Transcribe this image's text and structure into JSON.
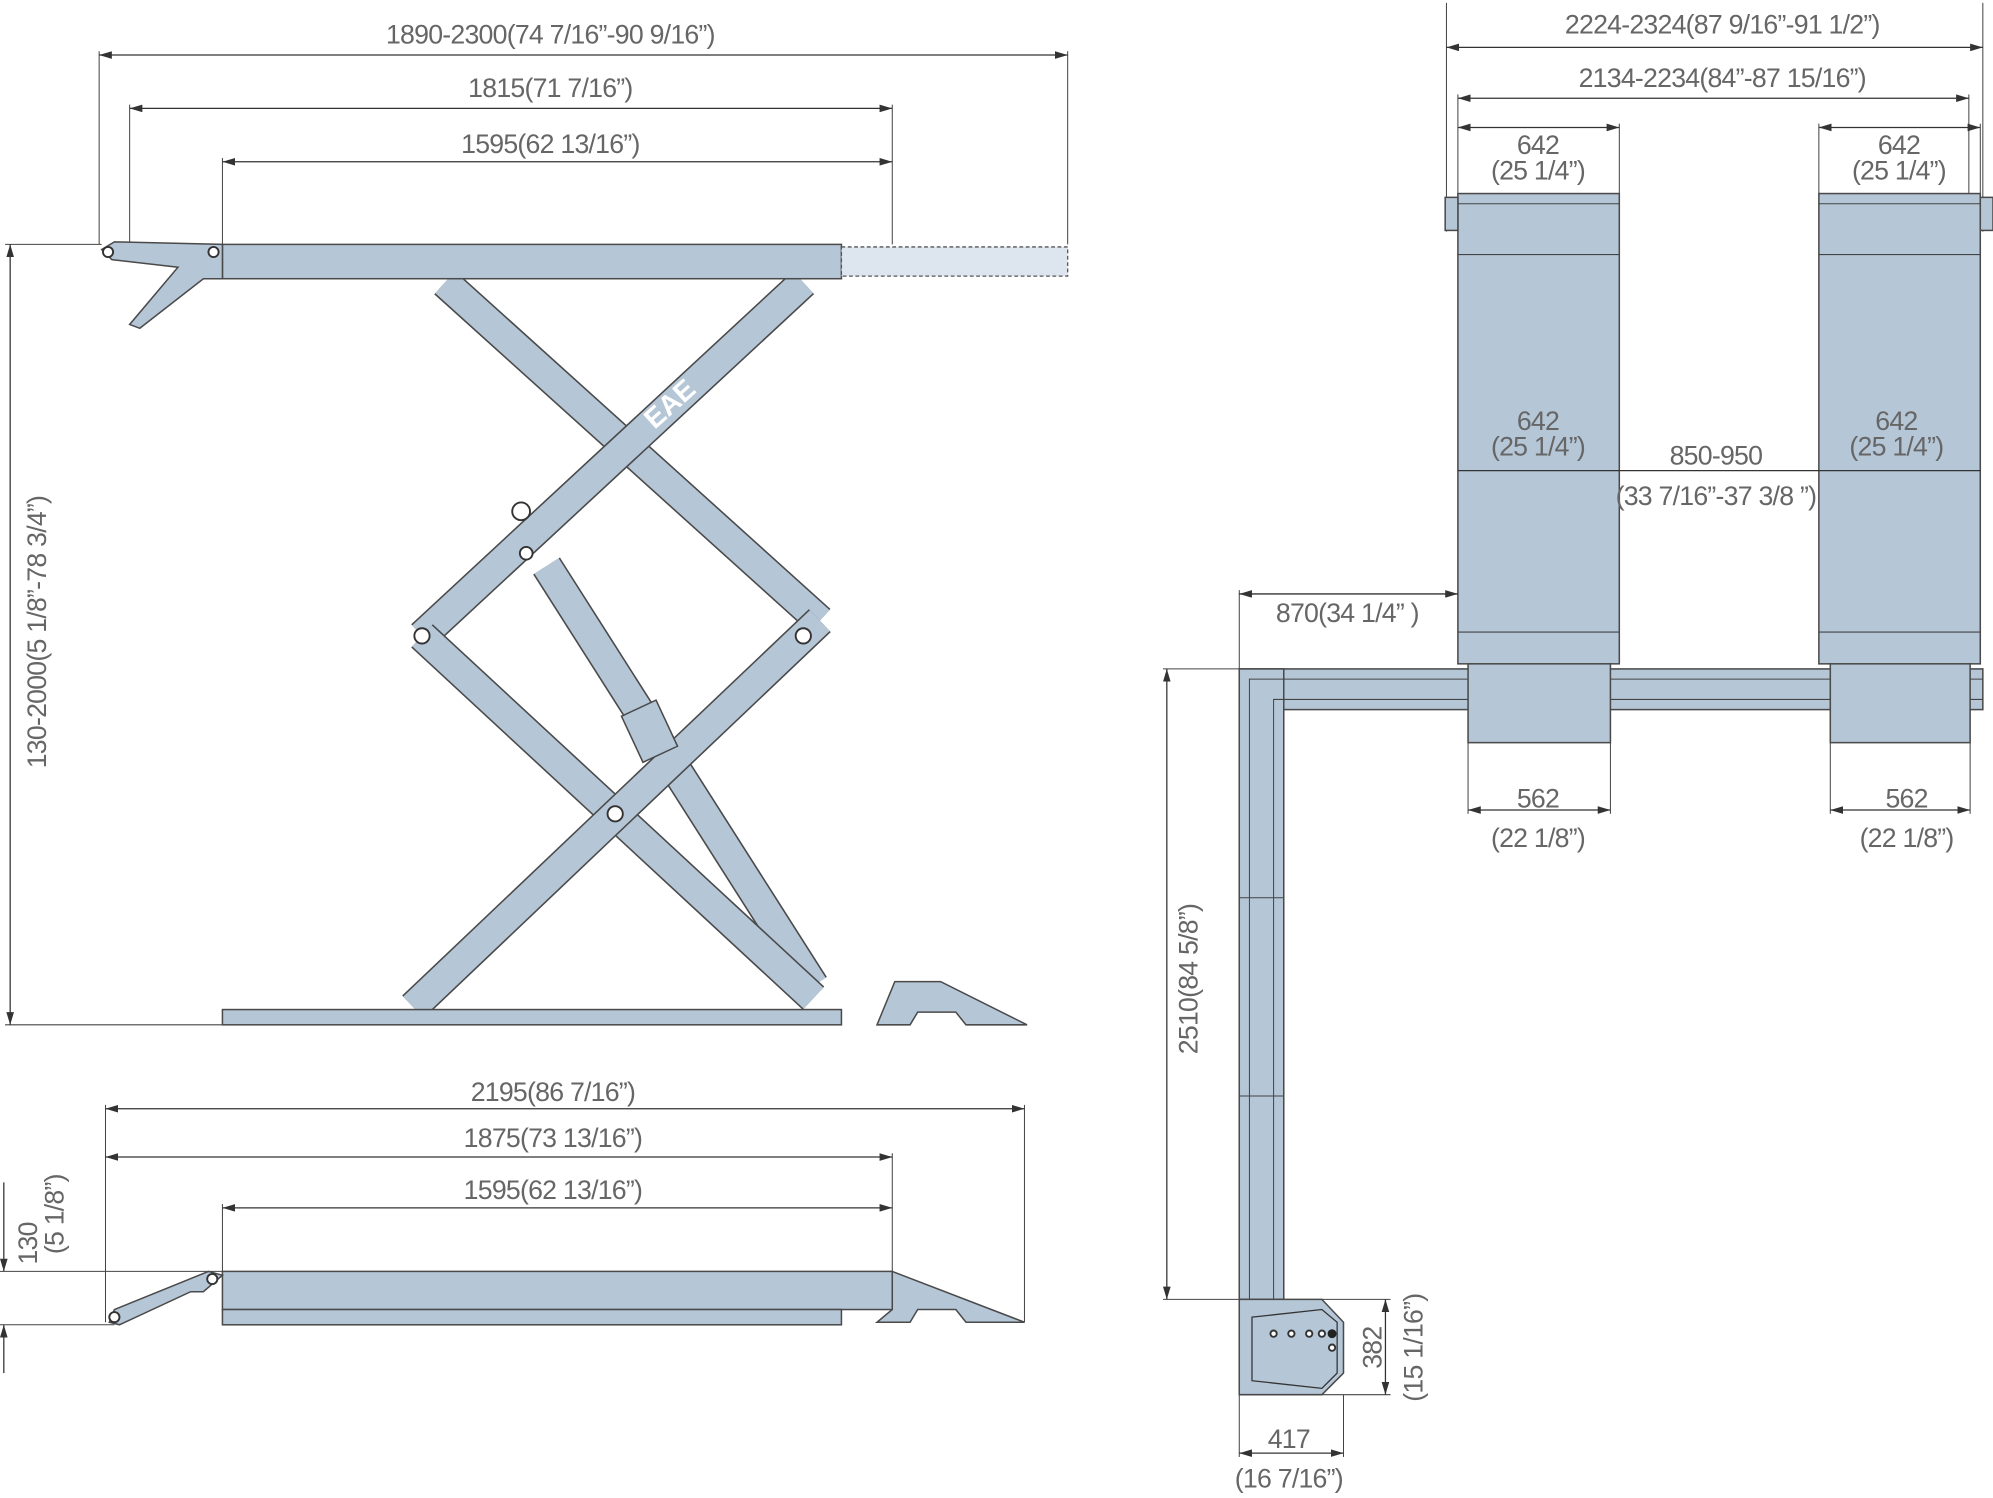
{
  "side_view_raised": {
    "dim_total": "1890-2300(74 7/16”-90 9/16”)",
    "dim_platform_ext": "1815(71 7/16”)",
    "dim_platform": "1595(62 13/16”)",
    "dim_height": "130-2000(5 1/8”-78 3/4”)",
    "logo": "EAE"
  },
  "side_view_lowered": {
    "dim_total": "2195(86 7/16”)",
    "dim_with_ramp": "1875(73 13/16”)",
    "dim_platform": "1595(62 13/16”)",
    "dim_height_mm": "130",
    "dim_height_in": "(5 1/8”)"
  },
  "top_view": {
    "dim_outer": "2224-2324(87 9/16”-91 1/2”)",
    "dim_inner": "2134-2234(84”-87 15/16”)",
    "runway_width_mm": "642",
    "runway_width_in": "(25 1/4”)",
    "gap_mm": "850-950",
    "gap_in": "(33 7/16”-37 3/8 ”)",
    "offset": "870(34 1/4” )",
    "base_width_mm": "562",
    "base_width_in": "(22 1/8”)",
    "hose_length": "2510(84 5/8”)",
    "box_height_mm": "382",
    "box_height_in": "(15 1/16”)",
    "box_width_mm": "417",
    "box_width_in": "(16 7/16”)"
  },
  "colors": {
    "part": "#b5c6d7",
    "text": "#666666",
    "line": "#333333"
  }
}
